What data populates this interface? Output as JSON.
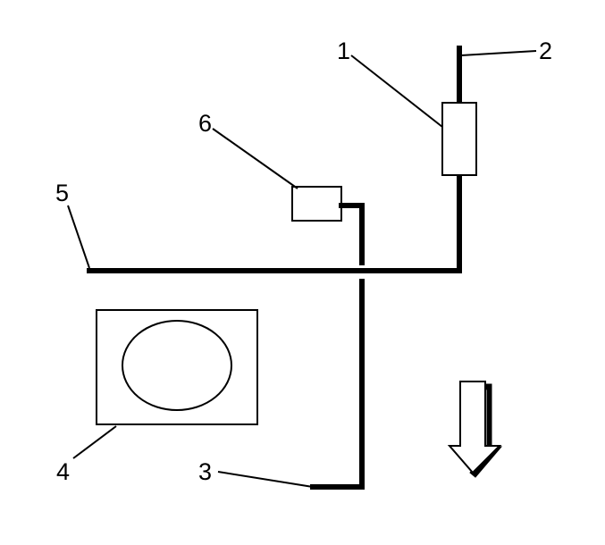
{
  "diagram": {
    "callouts": {
      "c1": "1",
      "c2": "2",
      "c3": "3",
      "c4": "4",
      "c5": "5",
      "c6": "6"
    },
    "colors": {
      "line": "#000000",
      "background": "#ffffff"
    },
    "icons": {
      "direction": "arrow-down-icon"
    }
  }
}
